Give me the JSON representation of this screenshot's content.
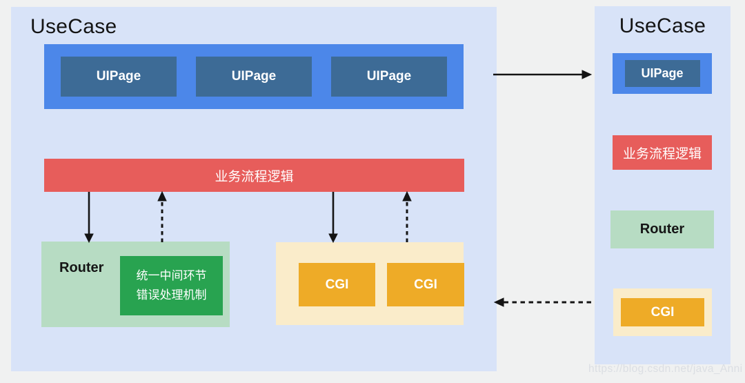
{
  "colors": {
    "page-bg": "#f0f1f1",
    "panel-bg": "#d8e3f8",
    "blue": "#4c87e9",
    "dark-blue": "#3d6b96",
    "red": "#e75d5b",
    "green-light": "#b7dcc3",
    "green-dark": "#28a350",
    "cream": "#faecca",
    "orange": "#eeab27",
    "arrow": "#141414"
  },
  "left_panel": {
    "title": "UseCase",
    "uipages": [
      "UIPage",
      "UIPage",
      "UIPage"
    ],
    "logic_label": "业务流程逻辑",
    "router_label": "Router",
    "error_box": {
      "line1": "统一中间环节",
      "line2": "错误处理机制"
    },
    "cgis": [
      "CGI",
      "CGI"
    ]
  },
  "right_panel": {
    "title": "UseCase",
    "uipage_label": "UIPage",
    "logic_label": "业务流程逻辑",
    "router_label": "Router",
    "cgi_label": "CGI"
  },
  "watermark": "https://blog.csdn.net/java_Anni"
}
